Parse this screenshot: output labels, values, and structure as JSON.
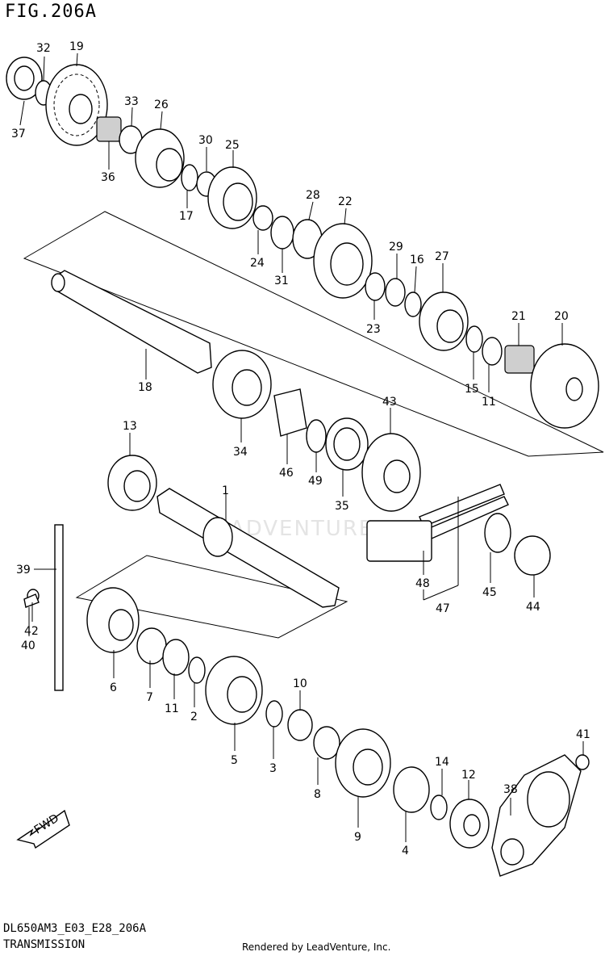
{
  "header": {
    "figure_id": "FIG.206A"
  },
  "footer": {
    "model_code": "DL650AM3_E03_E28_206A",
    "section_title": "TRANSMISSION",
    "credit": "Rendered by LeadVenture, Inc."
  },
  "watermark": {
    "text": "LEADVENTURE"
  },
  "fwd_arrow": {
    "label": "FWD"
  },
  "callouts": [
    "1",
    "2",
    "3",
    "4",
    "5",
    "6",
    "7",
    "8",
    "9",
    "10",
    "11",
    "11",
    "12",
    "13",
    "14",
    "15",
    "16",
    "17",
    "18",
    "19",
    "20",
    "21",
    "22",
    "23",
    "24",
    "25",
    "26",
    "27",
    "28",
    "29",
    "30",
    "31",
    "32",
    "33",
    "34",
    "35",
    "36",
    "37",
    "38",
    "39",
    "40",
    "41",
    "42",
    "43",
    "44",
    "45",
    "46",
    "47",
    "48",
    "49"
  ]
}
